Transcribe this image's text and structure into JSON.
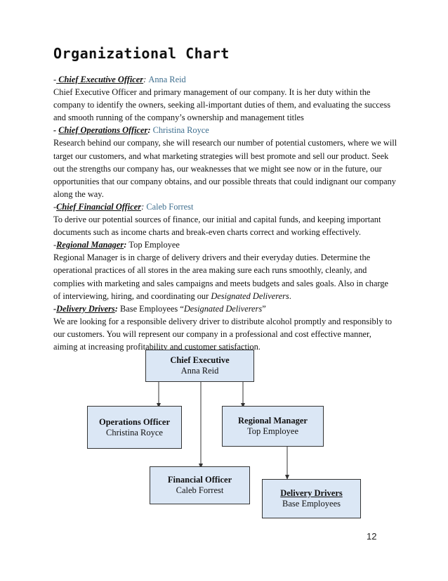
{
  "doc": {
    "title": "Organizational Chart",
    "page_number": "12"
  },
  "sections": {
    "ceo": {
      "prefix": "-",
      "role": " Chief Executive Officer",
      "colon": ": ",
      "name": "Anna Reid",
      "text": "Chief Executive Officer and primary management of our company. It is her duty within the company to identify the owners, seeking all-important duties of them, and evaluating the success and smooth running of the company’s ownership and management titles"
    },
    "coo": {
      "prefix": "- ",
      "role": "Chief Operations Officer",
      "colon": ": ",
      "name": "Christina Royce",
      "text": "Research behind our company, she will research our number of potential customers, where we will target our customers, and what marketing strategies will best promote and sell our product. Seek out the strengths our company has, our weaknesses that we might see now or in the future, our opportunities that our company obtains, and our possible threats that could indignant our company along the way."
    },
    "cfo": {
      "prefix": "-",
      "role": "Chief Financial Officer",
      "colon": ": ",
      "name": "Caleb Forrest",
      "text": "To derive our potential sources of finance, our initial and capital funds, and keeping important documents such as income charts and break-even charts correct and working effectively."
    },
    "regional": {
      "prefix": "-",
      "role": "Regional Manager",
      "colon": ": ",
      "name": "Top Employee",
      "text_main": "Regional Manager is in charge of delivery drivers and their everyday duties. Determine the operational practices of all stores in the area making sure each runs smoothly, cleanly, and complies with marketing and sales campaigns and meets budgets and sales goals. Also in charge of interviewing, hiring, and coordinating our ",
      "text_italic": "Designated Deliverers",
      "text_end": "."
    },
    "drivers": {
      "prefix": "-",
      "role": "Delivery Drivers",
      "colon": ": ",
      "name_plain": "Base Employees “",
      "name_italic": "Designated Deliverers",
      "name_close": "”",
      "text": "We are looking for a responsible delivery driver to distribute alcohol promptly and responsibly to our customers. You will represent our company in a professional and cost effective manner, aiming at increasing profitability and customer satisfaction."
    }
  },
  "org_chart": {
    "ceo": {
      "title": "Chief Executive",
      "name": "Anna Reid"
    },
    "operations": {
      "title": "Operations Officer",
      "name": "Christina Royce"
    },
    "regional": {
      "title": "Regional Manager",
      "name": "Top Employee"
    },
    "financial": {
      "title": "Financial Officer",
      "name": "Caleb Forrest"
    },
    "drivers": {
      "title": "Delivery Drivers",
      "name": "Base Employees"
    },
    "box_color": "#dbe7f5",
    "line_color": "#333333"
  }
}
